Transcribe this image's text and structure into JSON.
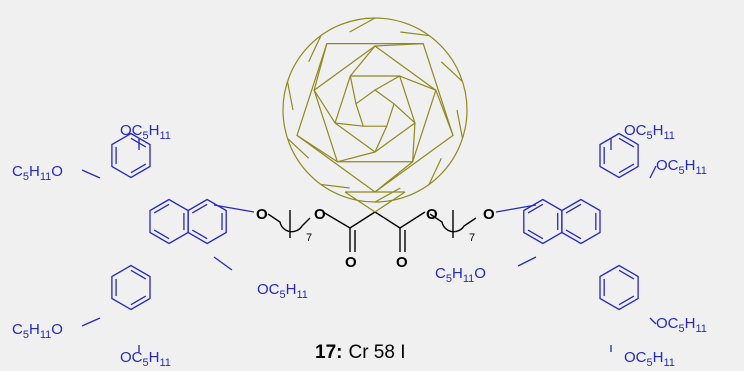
{
  "caption": {
    "number": "17:",
    "text": "Cr 58 I"
  },
  "colors": {
    "background": "#f0f0f0",
    "triphenylene": "#2626c9",
    "fullerene": "#8e8a1f",
    "linker": "#000000"
  },
  "labels": {
    "left": {
      "top": [
        "OC",
        "5",
        "H",
        "11"
      ],
      "upperLeft": [
        "C",
        "5",
        "H",
        "11",
        "O"
      ],
      "lowerLeft": [
        "C",
        "5",
        "H",
        "11",
        "O"
      ],
      "bottom": [
        "OC",
        "5",
        "H",
        "11"
      ],
      "inner": [
        "OC",
        "5",
        "H",
        "11"
      ],
      "ether": "O"
    },
    "right": {
      "top": [
        "OC",
        "5",
        "H",
        "11"
      ],
      "upperRight": [
        "OC",
        "5",
        "H",
        "11"
      ],
      "lowerRight": [
        "OC",
        "5",
        "H",
        "11"
      ],
      "bottom": [
        "OC",
        "5",
        "H",
        "11"
      ],
      "inner": [
        "C",
        "5",
        "H",
        "11",
        "O"
      ],
      "ether": "O"
    },
    "linker": {
      "esterOLeft": "O",
      "esterORight": "O",
      "carbonylLeft": "O",
      "carbonylRight": "O",
      "chainLeft": "7",
      "chainRight": "7"
    }
  }
}
